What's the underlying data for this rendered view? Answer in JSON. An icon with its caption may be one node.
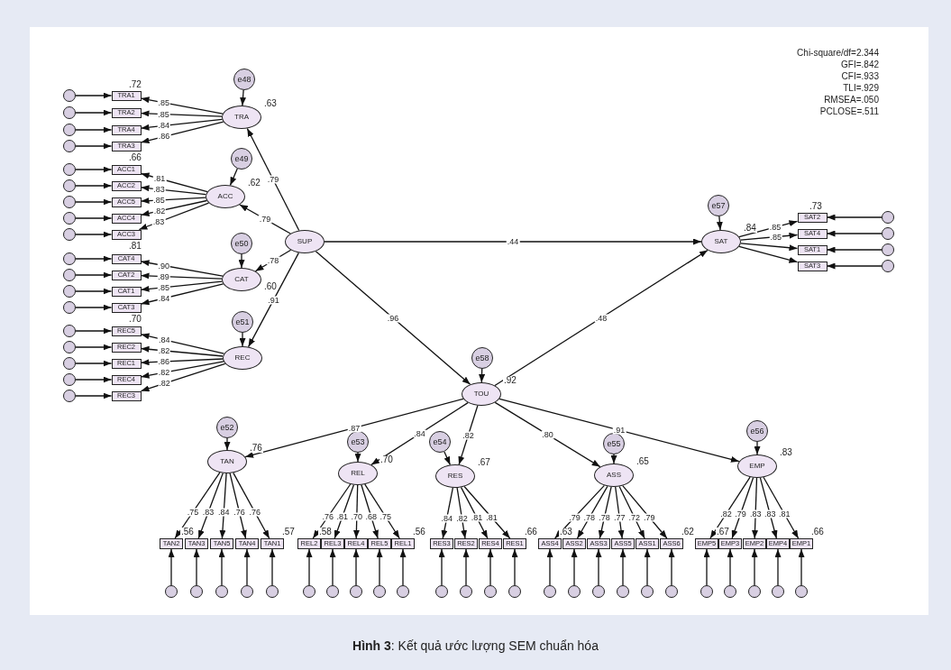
{
  "diagram": {
    "caption": "**Hình 3**: Kết quả ước lượng SEM chuẩn hóa",
    "nodes": [
      {
        "text": [
          "e48"
        ]
      },
      {
        "text": [
          "TRA"
        ],
        "beside": [
          ".63"
        ]
      },
      {
        "text": [
          "TRA1"
        ],
        "beside": [
          ".72"
        ]
      },
      {
        "text": [
          "TRA2"
        ]
      },
      {
        "text": [
          "TRA4"
        ]
      },
      {
        "text": [
          "TRA3"
        ],
        "beside": [
          ".66"
        ]
      },
      {
        "text": [],
        "shape": "circle"
      },
      {
        "text": [],
        "shape": "circle"
      },
      {
        "text": [],
        "shape": "circle"
      },
      {
        "text": [],
        "shape": "circle"
      },
      {
        "text": [
          "e49"
        ]
      },
      {
        "text": [
          "ACC"
        ],
        "beside": [
          ".62"
        ]
      },
      {
        "text": [
          "ACC1"
        ]
      },
      {
        "text": [
          "ACC2"
        ]
      },
      {
        "text": [
          "ACC5"
        ]
      },
      {
        "text": [
          "ACC4"
        ]
      },
      {
        "text": [
          "ACC3"
        ],
        "beside": [
          ".81"
        ]
      },
      {
        "text": [],
        "shape": "circle"
      },
      {
        "text": [],
        "shape": "circle"
      },
      {
        "text": [],
        "shape": "circle"
      },
      {
        "text": [],
        "shape": "circle"
      },
      {
        "text": [],
        "shape": "circle"
      },
      {
        "text": [
          "e50"
        ]
      },
      {
        "text": [
          "CAT"
        ],
        "beside": [
          ".60"
        ]
      },
      {
        "text": [
          "CAT4"
        ]
      },
      {
        "text": [
          "CAT2"
        ]
      },
      {
        "text": [
          "CAT1"
        ]
      },
      {
        "text": [
          "CAT3"
        ],
        "beside": [
          ".70"
        ]
      },
      {
        "text": [],
        "shape": "circle"
      },
      {
        "text": [],
        "shape": "circle"
      },
      {
        "text": [],
        "shape": "circle"
      },
      {
        "text": [],
        "shape": "circle"
      },
      {
        "text": [
          "e51"
        ]
      },
      {
        "text": [
          "REC"
        ]
      },
      {
        "text": [
          "REC5"
        ]
      },
      {
        "text": [
          "REC2"
        ]
      },
      {
        "text": [
          "REC1"
        ]
      },
      {
        "text": [
          "REC4"
        ]
      },
      {
        "text": [
          "REC3"
        ]
      },
      {
        "text": [],
        "shape": "circle"
      },
      {
        "text": [],
        "shape": "circle"
      },
      {
        "text": [],
        "shape": "circle"
      },
      {
        "text": [],
        "shape": "circle"
      },
      {
        "text": [],
        "shape": "circle"
      },
      {
        "text": [
          "SUP"
        ]
      },
      {
        "text": [
          "e57"
        ]
      },
      {
        "text": [
          "SAT"
        ],
        "beside": [
          ".84"
        ]
      },
      {
        "text": [
          "SAT2"
        ],
        "beside": [
          ".73"
        ]
      },
      {
        "text": [
          "SAT4"
        ]
      },
      {
        "text": [
          "SAT1"
        ]
      },
      {
        "text": [
          "SAT3"
        ]
      },
      {
        "text": [],
        "shape": "circle"
      },
      {
        "text": [],
        "shape": "circle"
      },
      {
        "text": [],
        "shape": "circle"
      },
      {
        "text": [],
        "shape": "circle"
      },
      {
        "text": [
          "e58"
        ]
      },
      {
        "text": [
          "TOU"
        ],
        "beside": [
          ".92"
        ]
      },
      {
        "text": [
          "e52"
        ]
      },
      {
        "text": [
          "TAN"
        ],
        "beside": [
          ".76"
        ]
      },
      {
        "text": [
          "TAN2"
        ],
        "beside": [
          ".56"
        ]
      },
      {
        "text": [
          "TAN3"
        ]
      },
      {
        "text": [
          "TAN5"
        ]
      },
      {
        "text": [
          "TAN4"
        ]
      },
      {
        "text": [
          "TAN1"
        ],
        "beside": [
          ".57"
        ]
      },
      {
        "text": [],
        "shape": "circle"
      },
      {
        "text": [],
        "shape": "circle"
      },
      {
        "text": [],
        "shape": "circle"
      },
      {
        "text": [],
        "shape": "circle"
      },
      {
        "text": [],
        "shape": "circle"
      },
      {
        "text": [
          "e53"
        ]
      },
      {
        "text": [
          "REL"
        ],
        "beside": [
          ".70"
        ]
      },
      {
        "text": [
          "REL2"
        ],
        "beside": [
          ".58"
        ]
      },
      {
        "text": [
          "REL3"
        ]
      },
      {
        "text": [
          "REL4"
        ]
      },
      {
        "text": [
          "REL5"
        ]
      },
      {
        "text": [
          "REL1"
        ],
        "beside": [
          ".56"
        ]
      },
      {
        "text": [],
        "shape": "circle"
      },
      {
        "text": [],
        "shape": "circle"
      },
      {
        "text": [],
        "shape": "circle"
      },
      {
        "text": [],
        "shape": "circle"
      },
      {
        "text": [],
        "shape": "circle"
      },
      {
        "text": [
          "e54"
        ]
      },
      {
        "text": [
          "RES"
        ],
        "beside": [
          ".67"
        ]
      },
      {
        "text": [
          "RES3"
        ]
      },
      {
        "text": [
          "RES2"
        ]
      },
      {
        "text": [
          "RES4"
        ]
      },
      {
        "text": [
          "RES1"
        ],
        "beside": [
          ".66"
        ]
      },
      {
        "text": [],
        "shape": "circle"
      },
      {
        "text": [],
        "shape": "circle"
      },
      {
        "text": [],
        "shape": "circle"
      },
      {
        "text": [],
        "shape": "circle"
      },
      {
        "text": [
          "e55"
        ]
      },
      {
        "text": [
          "ASS"
        ],
        "beside": [
          ".65"
        ]
      },
      {
        "text": [
          "ASS4"
        ],
        "beside": [
          ".63"
        ]
      },
      {
        "text": [
          "ASS2"
        ]
      },
      {
        "text": [
          "ASS3"
        ]
      },
      {
        "text": [
          "ASS5"
        ]
      },
      {
        "text": [
          "ASS1"
        ]
      },
      {
        "text": [
          "ASS6"
        ],
        "beside": [
          ".62"
        ]
      },
      {
        "text": [],
        "shape": "circle"
      },
      {
        "text": [],
        "shape": "circle"
      },
      {
        "text": [],
        "shape": "circle"
      },
      {
        "text": [],
        "shape": "circle"
      },
      {
        "text": [],
        "shape": "circle"
      },
      {
        "text": [],
        "shape": "circle"
      },
      {
        "text": [
          "e56"
        ]
      },
      {
        "text": [
          "EMP"
        ],
        "beside": [
          ".83"
        ]
      },
      {
        "text": [
          "EMP5"
        ],
        "beside": [
          ".67"
        ]
      },
      {
        "text": [
          "EMP3"
        ]
      },
      {
        "text": [
          "EMP2"
        ]
      },
      {
        "text": [
          "EMP4"
        ]
      },
      {
        "text": [
          "EMP1"
        ],
        "beside": [
          ".66"
        ]
      },
      {
        "text": [],
        "shape": "circle"
      },
      {
        "text": [],
        "shape": "circle"
      },
      {
        "text": [],
        "shape": "circle"
      },
      {
        "text": [],
        "shape": "circle"
      },
      {
        "text": [],
        "shape": "circle"
      }
    ],
    "edges": [
      {
        "from": 0,
        "to": 1,
        "arrow": "to"
      },
      {
        "from": 1,
        "to": 2,
        "arrow": "to",
        "label": ".85"
      },
      {
        "from": 6,
        "to": 2,
        "arrow": "to"
      },
      {
        "from": 1,
        "to": 3,
        "arrow": "to",
        "label": ".85"
      },
      {
        "from": 7,
        "to": 3,
        "arrow": "to"
      },
      {
        "from": 1,
        "to": 4,
        "arrow": "to",
        "label": ".84"
      },
      {
        "from": 8,
        "to": 4,
        "arrow": "to"
      },
      {
        "from": 1,
        "to": 5,
        "arrow": "to",
        "label": ".86"
      },
      {
        "from": 9,
        "to": 5,
        "arrow": "to"
      },
      {
        "from": 10,
        "to": 11,
        "arrow": "to"
      },
      {
        "from": 11,
        "to": 12,
        "arrow": "to",
        "label": ".81"
      },
      {
        "from": 17,
        "to": 12,
        "arrow": "to"
      },
      {
        "from": 11,
        "to": 13,
        "arrow": "to",
        "label": ".83"
      },
      {
        "from": 18,
        "to": 13,
        "arrow": "to"
      },
      {
        "from": 11,
        "to": 14,
        "arrow": "to",
        "label": ".85"
      },
      {
        "from": 19,
        "to": 14,
        "arrow": "to"
      },
      {
        "from": 11,
        "to": 15,
        "arrow": "to",
        "label": ".82"
      },
      {
        "from": 20,
        "to": 15,
        "arrow": "to"
      },
      {
        "from": 11,
        "to": 16,
        "arrow": "to",
        "label": ".83"
      },
      {
        "from": 21,
        "to": 16,
        "arrow": "to"
      },
      {
        "from": 22,
        "to": 23,
        "arrow": "to"
      },
      {
        "from": 23,
        "to": 24,
        "arrow": "to",
        "label": ".90"
      },
      {
        "from": 28,
        "to": 24,
        "arrow": "to"
      },
      {
        "from": 23,
        "to": 25,
        "arrow": "to",
        "label": ".89"
      },
      {
        "from": 29,
        "to": 25,
        "arrow": "to"
      },
      {
        "from": 23,
        "to": 26,
        "arrow": "to",
        "label": ".85"
      },
      {
        "from": 30,
        "to": 26,
        "arrow": "to"
      },
      {
        "from": 23,
        "to": 27,
        "arrow": "to",
        "label": ".84"
      },
      {
        "from": 31,
        "to": 27,
        "arrow": "to"
      },
      {
        "from": 32,
        "to": 33,
        "arrow": "to"
      },
      {
        "from": 33,
        "to": 34,
        "arrow": "to",
        "label": ".84"
      },
      {
        "from": 39,
        "to": 34,
        "arrow": "to"
      },
      {
        "from": 33,
        "to": 35,
        "arrow": "to",
        "label": ".82"
      },
      {
        "from": 40,
        "to": 35,
        "arrow": "to"
      },
      {
        "from": 33,
        "to": 36,
        "arrow": "to",
        "label": ".86"
      },
      {
        "from": 41,
        "to": 36,
        "arrow": "to"
      },
      {
        "from": 33,
        "to": 37,
        "arrow": "to",
        "label": ".82"
      },
      {
        "from": 42,
        "to": 37,
        "arrow": "to"
      },
      {
        "from": 33,
        "to": 38,
        "arrow": "to",
        "label": ".82"
      },
      {
        "from": 43,
        "to": 38,
        "arrow": "to"
      },
      {
        "from": 45,
        "to": 46,
        "arrow": "to"
      },
      {
        "from": 46,
        "to": 47,
        "arrow": "to",
        "label": ".85"
      },
      {
        "from": 51,
        "to": 47,
        "arrow": "to"
      },
      {
        "from": 46,
        "to": 48,
        "arrow": "to",
        "label": ".85"
      },
      {
        "from": 52,
        "to": 48,
        "arrow": "to"
      },
      {
        "from": 46,
        "to": 49,
        "arrow": "to"
      },
      {
        "from": 53,
        "to": 49,
        "arrow": "to"
      },
      {
        "from": 46,
        "to": 50,
        "arrow": "to"
      },
      {
        "from": 54,
        "to": 50,
        "arrow": "to"
      },
      {
        "from": 55,
        "to": 56,
        "arrow": "to"
      },
      {
        "from": 57,
        "to": 58,
        "arrow": "to"
      },
      {
        "from": 58,
        "to": 59,
        "arrow": "to",
        "label": ".75"
      },
      {
        "from": 64,
        "to": 59,
        "arrow": "to"
      },
      {
        "from": 58,
        "to": 60,
        "arrow": "to",
        "label": ".83"
      },
      {
        "from": 65,
        "to": 60,
        "arrow": "to"
      },
      {
        "from": 58,
        "to": 61,
        "arrow": "to",
        "label": ".84"
      },
      {
        "from": 66,
        "to": 61,
        "arrow": "to"
      },
      {
        "from": 58,
        "to": 62,
        "arrow": "to",
        "label": ".76"
      },
      {
        "from": 67,
        "to": 62,
        "arrow": "to"
      },
      {
        "from": 58,
        "to": 63,
        "arrow": "to",
        "label": ".76"
      },
      {
        "from": 68,
        "to": 63,
        "arrow": "to"
      },
      {
        "from": 69,
        "to": 70,
        "arrow": "to"
      },
      {
        "from": 70,
        "to": 71,
        "arrow": "to",
        "label": ".76"
      },
      {
        "from": 76,
        "to": 71,
        "arrow": "to"
      },
      {
        "from": 70,
        "to": 72,
        "arrow": "to",
        "label": ".81"
      },
      {
        "from": 77,
        "to": 72,
        "arrow": "to"
      },
      {
        "from": 70,
        "to": 73,
        "arrow": "to",
        "label": ".70"
      },
      {
        "from": 78,
        "to": 73,
        "arrow": "to"
      },
      {
        "from": 70,
        "to": 74,
        "arrow": "to",
        "label": ".68"
      },
      {
        "from": 79,
        "to": 74,
        "arrow": "to"
      },
      {
        "from": 70,
        "to": 75,
        "arrow": "to",
        "label": ".75"
      },
      {
        "from": 80,
        "to": 75,
        "arrow": "to"
      },
      {
        "from": 81,
        "to": 82,
        "arrow": "to"
      },
      {
        "from": 82,
        "to": 83,
        "arrow": "to",
        "label": ".84"
      },
      {
        "from": 87,
        "to": 83,
        "arrow": "to"
      },
      {
        "from": 82,
        "to": 84,
        "arrow": "to",
        "label": ".82"
      },
      {
        "from": 88,
        "to": 84,
        "arrow": "to"
      },
      {
        "from": 82,
        "to": 85,
        "arrow": "to",
        "label": ".81"
      },
      {
        "from": 89,
        "to": 85,
        "arrow": "to"
      },
      {
        "from": 82,
        "to": 86,
        "arrow": "to",
        "label": ".81"
      },
      {
        "from": 90,
        "to": 86,
        "arrow": "to"
      },
      {
        "from": 91,
        "to": 92,
        "arrow": "to"
      },
      {
        "from": 92,
        "to": 93,
        "arrow": "to",
        "label": ".79"
      },
      {
        "from": 99,
        "to": 93,
        "arrow": "to"
      },
      {
        "from": 92,
        "to": 94,
        "arrow": "to",
        "label": ".78"
      },
      {
        "from": 100,
        "to": 94,
        "arrow": "to"
      },
      {
        "from": 92,
        "to": 95,
        "arrow": "to",
        "label": ".78"
      },
      {
        "from": 101,
        "to": 95,
        "arrow": "to"
      },
      {
        "from": 92,
        "to": 96,
        "arrow": "to",
        "label": ".77"
      },
      {
        "from": 102,
        "to": 96,
        "arrow": "to"
      },
      {
        "from": 92,
        "to": 97,
        "arrow": "to",
        "label": ".72"
      },
      {
        "from": 103,
        "to": 97,
        "arrow": "to"
      },
      {
        "from": 92,
        "to": 98,
        "arrow": "to",
        "label": ".79"
      },
      {
        "from": 104,
        "to": 98,
        "arrow": "to"
      },
      {
        "from": 105,
        "to": 106,
        "arrow": "to"
      },
      {
        "from": 106,
        "to": 107,
        "arrow": "to",
        "label": ".82"
      },
      {
        "from": 112,
        "to": 107,
        "arrow": "to"
      },
      {
        "from": 106,
        "to": 108,
        "arrow": "to",
        "label": ".79"
      },
      {
        "from": 113,
        "to": 108,
        "arrow": "to"
      },
      {
        "from": 106,
        "to": 109,
        "arrow": "to",
        "label": ".83"
      },
      {
        "from": 114,
        "to": 109,
        "arrow": "to"
      },
      {
        "from": 106,
        "to": 110,
        "arrow": "to",
        "label": ".83"
      },
      {
        "from": 115,
        "to": 110,
        "arrow": "to"
      },
      {
        "from": 106,
        "to": 111,
        "arrow": "to",
        "label": ".81"
      },
      {
        "from": 116,
        "to": 111,
        "arrow": "to"
      },
      {
        "from": 44,
        "to": 1,
        "arrow": "to",
        "label": ".79"
      },
      {
        "from": 44,
        "to": 11,
        "arrow": "to",
        "label": ".79"
      },
      {
        "from": 44,
        "to": 23,
        "arrow": "to",
        "label": ".78"
      },
      {
        "from": 44,
        "to": 33,
        "arrow": "to",
        "label": ".91"
      },
      {
        "from": 44,
        "to": 46,
        "arrow": "to",
        "label": ".44"
      },
      {
        "from": 44,
        "to": 56,
        "arrow": "to",
        "label": ".96"
      },
      {
        "from": 56,
        "to": 46,
        "arrow": "to",
        "label": ".48"
      },
      {
        "from": 56,
        "to": 58,
        "arrow": "to",
        "label": ".87"
      },
      {
        "from": 56,
        "to": 70,
        "arrow": "to",
        "label": ".84"
      },
      {
        "from": 56,
        "to": 82,
        "arrow": "to",
        "label": ".82"
      },
      {
        "from": 56,
        "to": 92,
        "arrow": "to",
        "label": ".80"
      },
      {
        "from": 56,
        "to": 106,
        "arrow": "to",
        "label": ".91"
      }
    ],
    "labels": [
      "Chi-square/df=2.344",
      "GFI=.842",
      "CFI=.933",
      "TLI=.929",
      "RMSEA=.050",
      "PCLOSE=.511"
    ]
  }
}
